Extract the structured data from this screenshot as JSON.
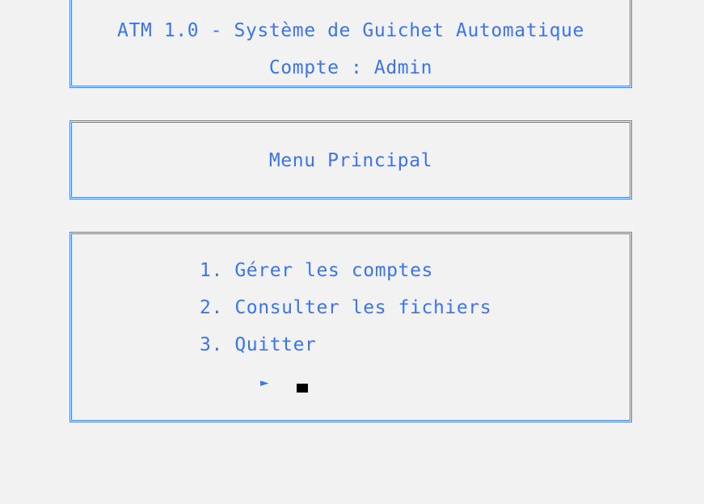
{
  "header": {
    "title": "ATM 1.0 - Système de Guichet Automatique",
    "account_label": "Compte",
    "account_separator": " : ",
    "account_name": "Admin"
  },
  "menu": {
    "title": "Menu Principal",
    "options": [
      {
        "number": "1.",
        "label": "Gérer les comptes"
      },
      {
        "number": "2.",
        "label": "Consulter les fichiers"
      },
      {
        "number": "3.",
        "label": "Quitter"
      }
    ],
    "prompt_symbol": "►"
  },
  "colors": {
    "text": "#3b74f0",
    "border": "#4a7fe6",
    "background": "#f2f2f2",
    "cursor": "#000000"
  }
}
